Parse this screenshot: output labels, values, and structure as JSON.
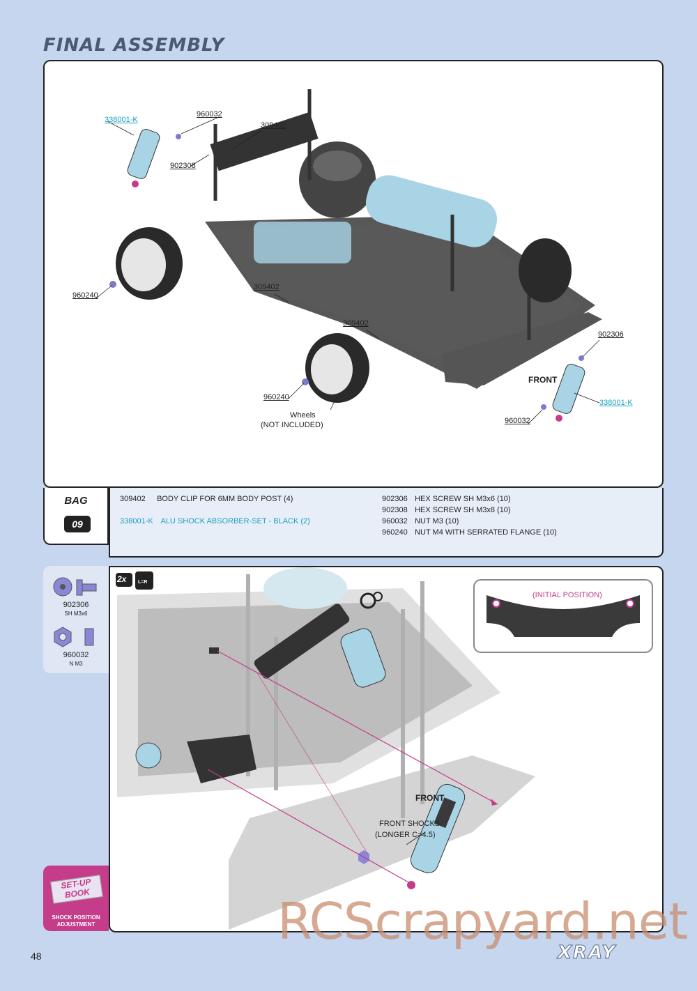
{
  "page": {
    "title": "FINAL ASSEMBLY",
    "page_number": "48",
    "watermark": "RCScrapyard.net",
    "logo": "XRAY"
  },
  "top_callouts": {
    "shock_left": "338001-K",
    "nut_left": "960032",
    "clip_top": "309402",
    "screw_left": "902308",
    "nut_wheel_left": "960240",
    "clip_mid": "309402",
    "clip_low": "309402",
    "screw_right": "902306",
    "shock_right": "338001-K",
    "nut_wheel_front": "960240",
    "nut_right": "960032",
    "wheels": "Wheels",
    "not_included": "(NOT INCLUDED)",
    "front": "FRONT"
  },
  "bag": {
    "label": "BAG",
    "number": "09"
  },
  "parts": {
    "left": [
      {
        "code": "309402",
        "desc": "BODY CLIP FOR 6MM BODY POST (4)"
      },
      {
        "code": "338001-K",
        "desc": "ALU SHOCK ABSORBER-SET - BLACK (2)"
      }
    ],
    "right": [
      {
        "code": "902306",
        "desc": "HEX SCREW SH M3x6  (10)"
      },
      {
        "code": "902308",
        "desc": "HEX SCREW SH M3x8  (10)"
      },
      {
        "code": "960032",
        "desc": "NUT M3  (10)"
      },
      {
        "code": "960240",
        "desc": "NUT M4 WITH SERRATED FLANGE  (10)"
      }
    ]
  },
  "hardware": [
    {
      "code": "902306",
      "sub": "SH M3x6"
    },
    {
      "code": "960032",
      "sub": "N M3"
    }
  ],
  "bottom": {
    "qty": "2x",
    "lr": "L=R",
    "initial_position": "(INITIAL POSITION)",
    "front": "FRONT",
    "front_shocks": "FRONT SHOCKS",
    "longer": "(LONGER C=4.5)"
  },
  "setup_book": {
    "title": "SET-UP BOOK",
    "caption1": "SHOCK POSITION",
    "caption2": "ADJUSTMENT"
  },
  "colors": {
    "background": "#c5d6ee",
    "cyan": "#1a9fbe",
    "magenta": "#c53c8a",
    "part_blue": "#a8d4e6"
  }
}
